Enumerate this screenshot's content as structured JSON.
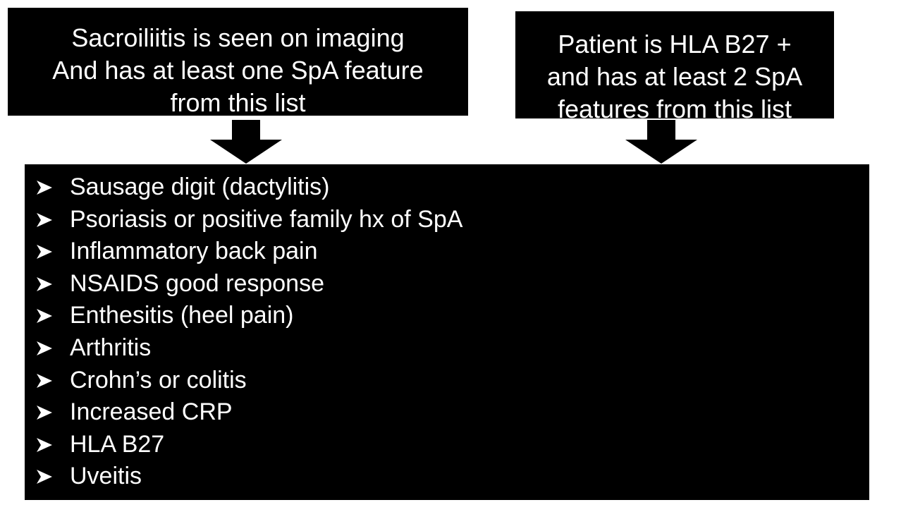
{
  "boxes": {
    "left": {
      "lines": [
        "Sacroiliitis is seen on imaging",
        "And has at least one SpA feature",
        "from this list"
      ]
    },
    "right": {
      "lines": [
        "Patient is HLA B27 +",
        "and has at least 2 SpA",
        "features from this list"
      ]
    }
  },
  "arrows": {
    "icon": "down-arrow-icon",
    "color": "#000000"
  },
  "features": {
    "bullet_icon": "arrow-bullet-icon",
    "items": [
      "Sausage digit (dactylitis)",
      "Psoriasis or positive family hx of SpA",
      "Inflammatory back pain",
      "NSAIDS good response",
      "Enthesitis (heel pain)",
      "Arthritis",
      "Crohn’s or colitis",
      "Increased CRP",
      "HLA B27",
      "Uveitis"
    ]
  },
  "colors": {
    "box_fill": "#000000",
    "text": "#ffffff",
    "background": "#ffffff"
  }
}
